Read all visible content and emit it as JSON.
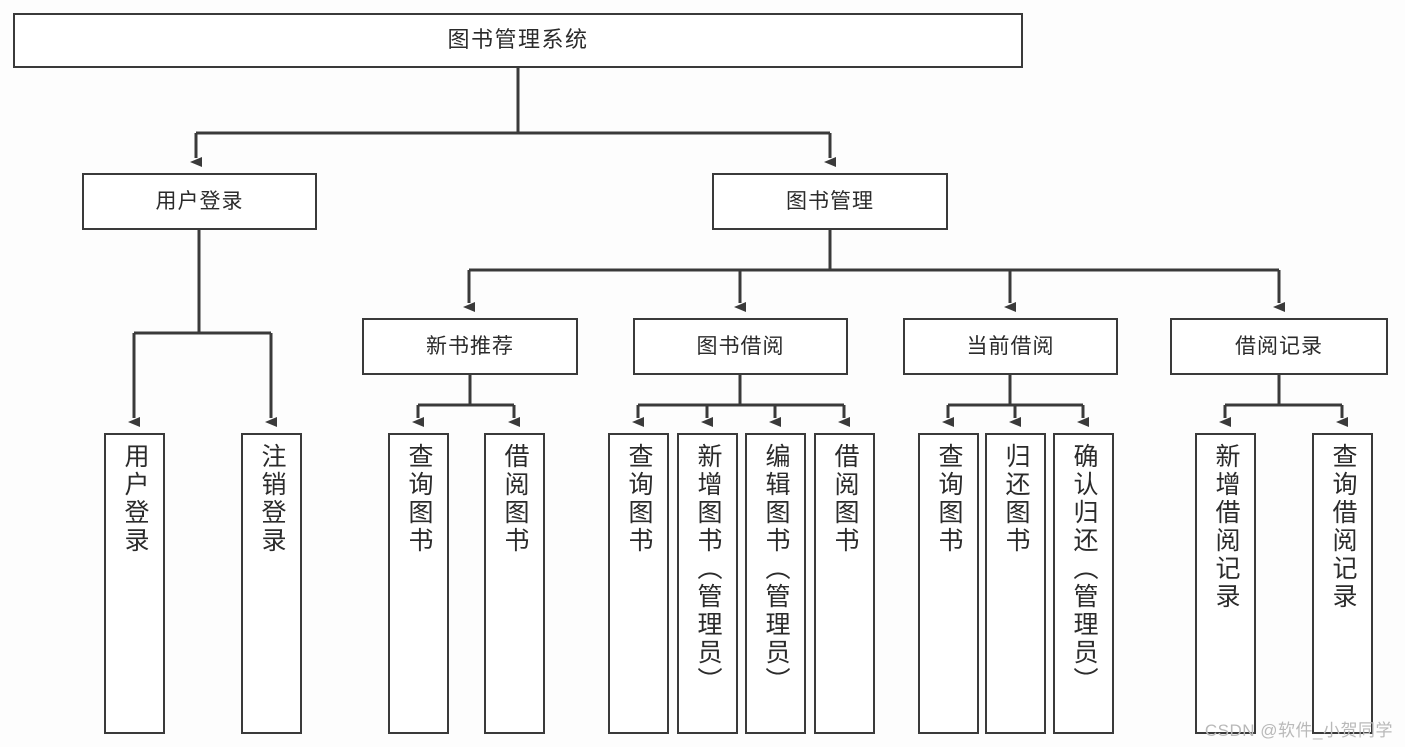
{
  "diagram": {
    "type": "tree",
    "title": "图书管理系统",
    "root": {
      "label": "图书管理系统"
    },
    "level2": [
      {
        "label": "用户登录"
      },
      {
        "label": "图书管理"
      }
    ],
    "level3": [
      {
        "label": "新书推荐"
      },
      {
        "label": "图书借阅"
      },
      {
        "label": "当前借阅"
      },
      {
        "label": "借阅记录"
      }
    ],
    "leaves": {
      "user_login": [
        {
          "label": "用户登录"
        },
        {
          "label": "注销登录"
        }
      ],
      "new_book_recommend": [
        {
          "label": "查询图书"
        },
        {
          "label": "借阅图书"
        }
      ],
      "book_borrow": [
        {
          "label": "查询图书"
        },
        {
          "label": "新增图书（管理员）"
        },
        {
          "label": "编辑图书（管理员）"
        },
        {
          "label": "借阅图书"
        }
      ],
      "current_borrow": [
        {
          "label": "查询图书"
        },
        {
          "label": "归还图书"
        },
        {
          "label": "确认归还（管理员）"
        }
      ],
      "borrow_record": [
        {
          "label": "新增借阅记录"
        },
        {
          "label": "查询借阅记录"
        }
      ]
    }
  },
  "watermark": {
    "text": "CSDN @软件_小贺同学"
  },
  "colors": {
    "line": "#3a3a3a",
    "box_fill": "#ffffff",
    "text": "#2b2b2b",
    "background": "#fdfdfd",
    "watermark": "#b9b9b9"
  }
}
